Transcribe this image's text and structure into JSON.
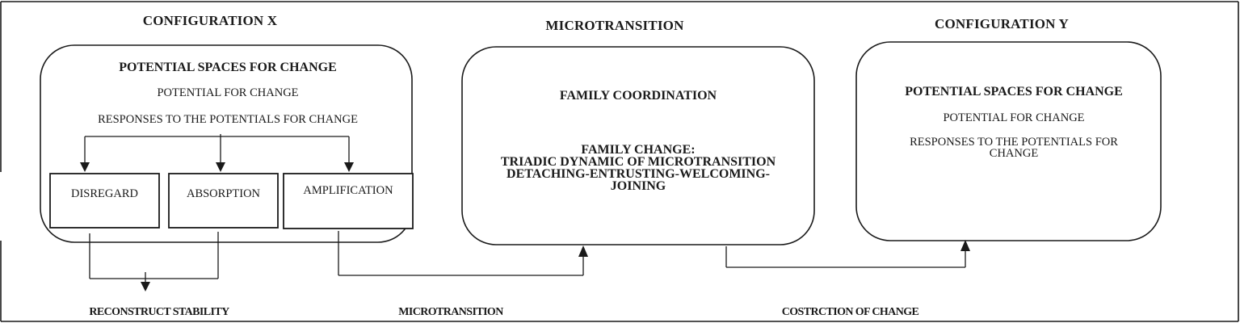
{
  "config_x": {
    "title": "CONFIGURATION X",
    "box_title": "POTENTIAL SPACES FOR CHANGE",
    "potential": "POTENTIAL FOR CHANGE",
    "responses": "RESPONSES TO THE POTENTIALS FOR CHANGE",
    "options": [
      {
        "label": "DISREGARD"
      },
      {
        "label": "ABSORPTION"
      },
      {
        "label": "AMPLIFICATION"
      }
    ]
  },
  "microtransition": {
    "title": "MICROTRANSITION",
    "coordination": "FAMILY COORDINATION",
    "change_lines": [
      "FAMILY CHANGE:",
      "TRIADIC DYNAMIC OF MICROTRANSITION",
      "DETACHING-ENTRUSTING-WELCOMING-",
      "JOINING"
    ]
  },
  "config_y": {
    "title": "CONFIGURATION Y",
    "box_title": "POTENTIAL SPACES FOR CHANGE",
    "potential": "POTENTIAL FOR CHANGE",
    "responses_lines": [
      "RESPONSES TO THE POTENTIALS FOR",
      "CHANGE"
    ]
  },
  "outcomes": {
    "reconstruct": "RECONSTRUCT STABILITY",
    "microtransition": "MICROTRANSITION",
    "costrction": "COSTRCTION OF CHANGE"
  },
  "colors": {
    "line": "#1a1a1a",
    "background": "#ffffff"
  }
}
